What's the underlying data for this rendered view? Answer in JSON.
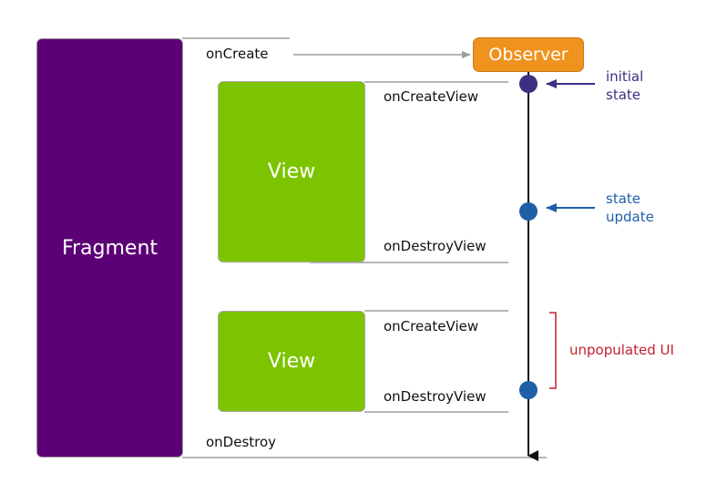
{
  "colors": {
    "fragment": "#5c0075",
    "view": "#7cc400",
    "observer": "#f0921e",
    "initial_state": "#3f2e82",
    "state_update": "#1e5fa8",
    "unpopulated": "#c81e2e",
    "line": "#111111",
    "guide": "#9e9e9e"
  },
  "fragment": {
    "label": "Fragment"
  },
  "views": [
    {
      "label": "View"
    },
    {
      "label": "View"
    }
  ],
  "observer": {
    "label": "Observer"
  },
  "lifecycle": {
    "on_create": "onCreate",
    "on_create_view_1": "onCreateView",
    "on_destroy_view_1": "onDestroyView",
    "on_create_view_2": "onCreateView",
    "on_destroy_view_2": "onDestroyView",
    "on_destroy": "onDestroy"
  },
  "annotations": {
    "initial_state": "initial\nstate",
    "state_update": "state\nupdate",
    "unpopulated_ui": "unpopulated UI"
  },
  "icons": {
    "timeline_arrow": "arrow-down-icon",
    "initial_state_pointer": "arrow-left-icon",
    "state_update_pointer": "arrow-left-icon",
    "create_connector": "arrow-right-icon"
  }
}
